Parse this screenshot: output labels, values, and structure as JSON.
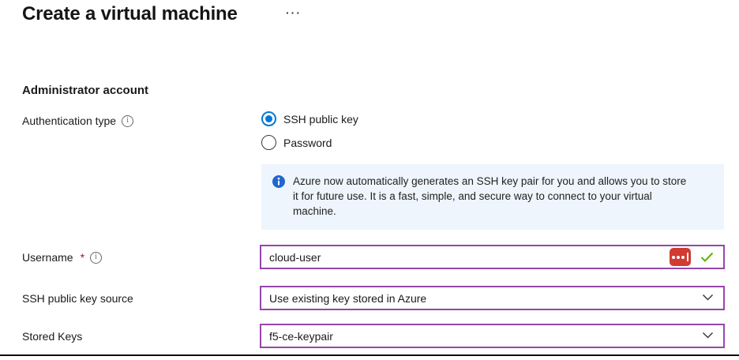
{
  "page": {
    "title": "Create a virtual machine",
    "more_label": "···"
  },
  "section": {
    "heading": "Administrator account"
  },
  "auth": {
    "label": "Authentication type",
    "options": [
      {
        "label": "SSH public key",
        "selected": true
      },
      {
        "label": "Password",
        "selected": false
      }
    ]
  },
  "info_box": {
    "text": "Azure now automatically generates an SSH key pair for you and allows you to store it for future use. It is a fast, simple, and secure way to connect to your virtual machine."
  },
  "username": {
    "label": "Username",
    "required_marker": "*",
    "value": "cloud-user"
  },
  "ssh_source": {
    "label": "SSH public key source",
    "value": "Use existing key stored in Azure"
  },
  "stored_keys": {
    "label": "Stored Keys",
    "value": "f5-ce-keypair"
  },
  "icons": {
    "info_filled": "info-icon",
    "info_outline": "info-tooltip-icon",
    "autofill": "password-manager-autofill-icon",
    "valid": "checkmark-icon",
    "chevron": "chevron-down-icon"
  },
  "colors": {
    "accent_blue": "#0078d4",
    "info_icon_blue": "#2166cf",
    "info_box_bg": "#eef5fc",
    "field_border_purple": "#9646ad",
    "valid_green": "#5db300",
    "required_red": "#b10e1c",
    "autofill_red": "#d13b33",
    "divider_black": "#0c0c0c"
  }
}
